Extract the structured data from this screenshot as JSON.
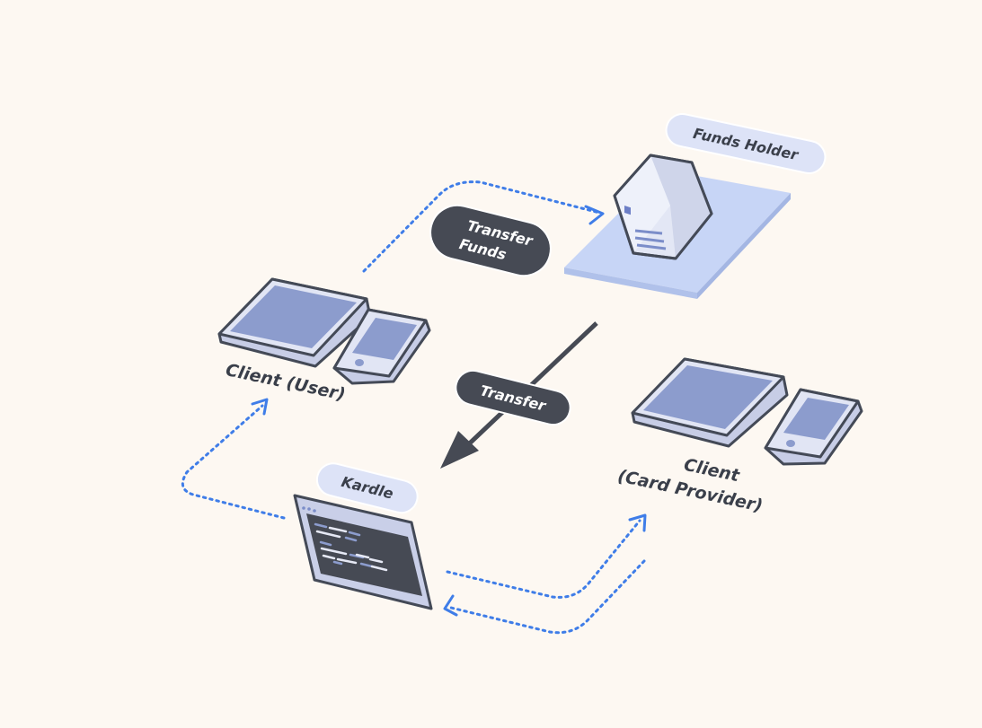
{
  "colors": {
    "background": "#fdf8f2",
    "flow": "#3f7de8",
    "outline": "#444a57",
    "device_screen": "#8c9ccd",
    "device_body": "#d6dbf0",
    "platform": "#c7d5f6",
    "pill_dark": "#464a54",
    "pill_light": "#dde3f7"
  },
  "nodes": {
    "funds_holder": {
      "label": "Funds Holder",
      "icon": "server-icon"
    },
    "client_user": {
      "label": "Client (User)",
      "icon": "tablet-phone-icon"
    },
    "client_card_provider": {
      "line1": "Client",
      "line2": "(Card Provider)",
      "icon": "tablet-phone-icon"
    },
    "kardle": {
      "label": "Kardle",
      "icon": "code-window-icon"
    }
  },
  "edges": {
    "transfer_funds": {
      "line1": "Transfer",
      "line2": "Funds"
    },
    "transfer": {
      "label": "Transfer"
    }
  }
}
